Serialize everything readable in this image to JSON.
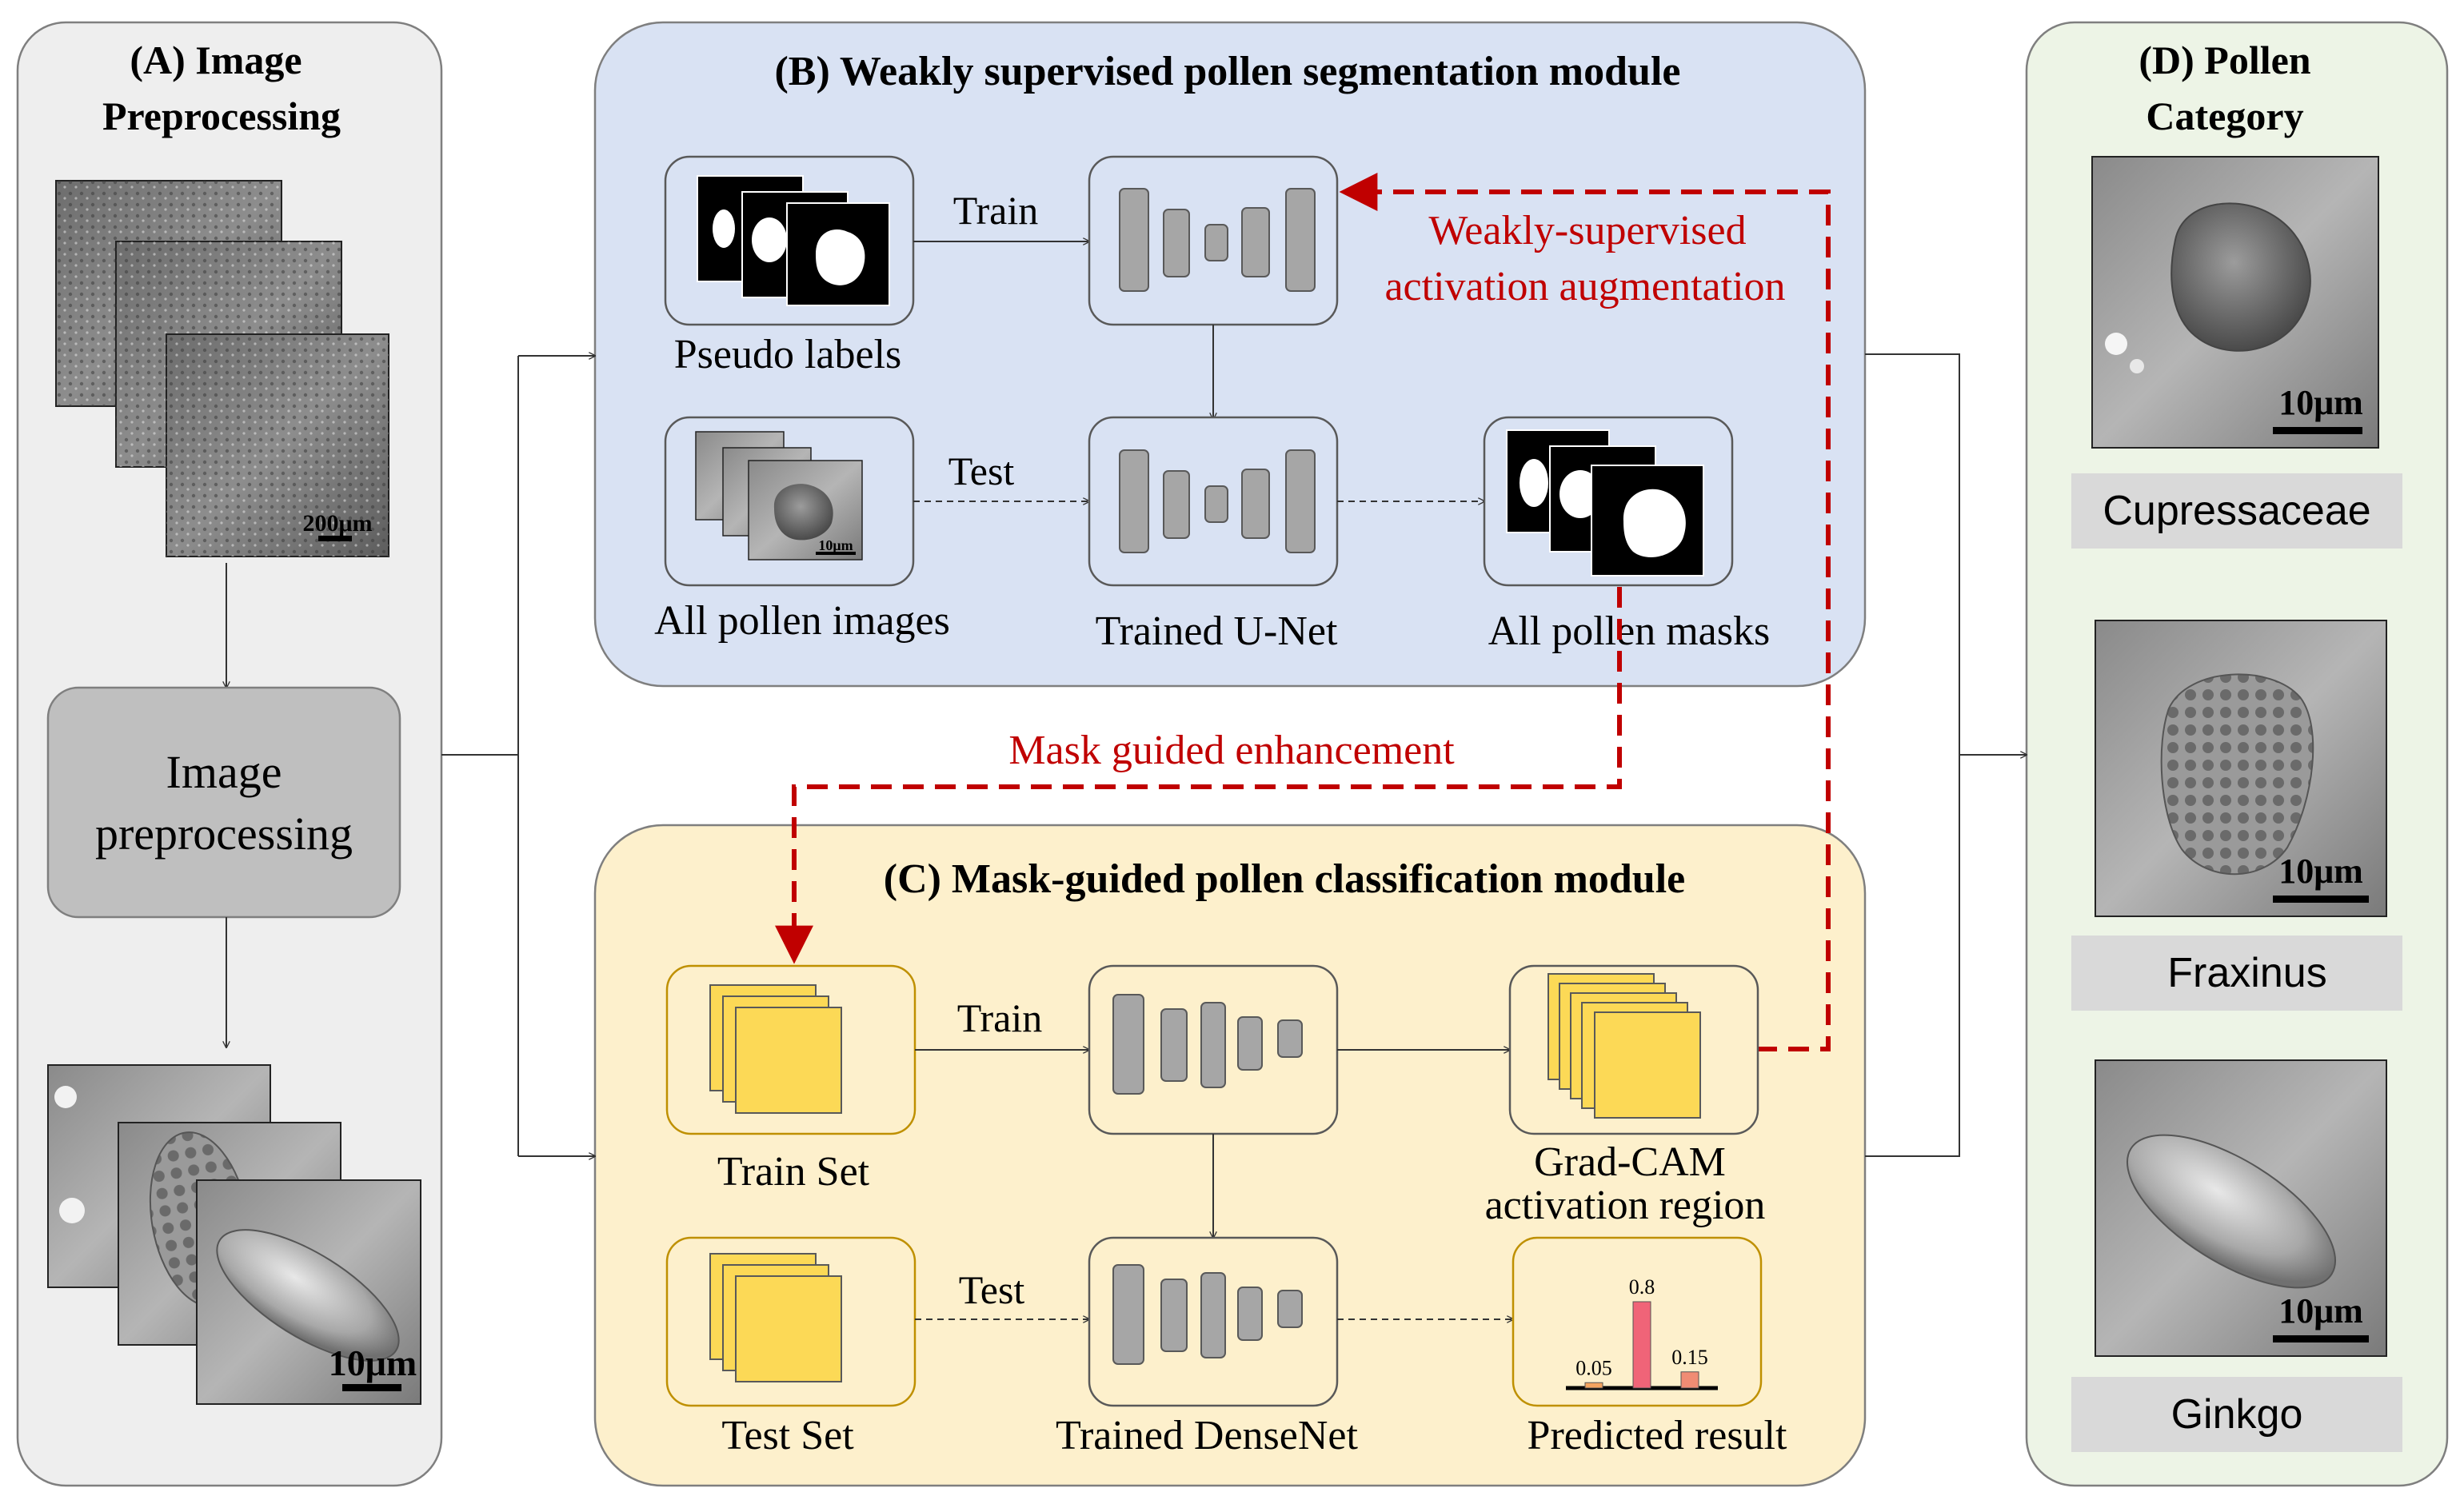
{
  "panels": {
    "a": {
      "title_line1": "(A) Image",
      "title_line2": "Preprocessing",
      "block_line1": "Image",
      "block_line2": "preprocessing",
      "scale_raw": "200μm",
      "scale_processed": "10μm"
    },
    "b": {
      "title": "(B) Weakly supervised pollen segmentation module",
      "train_label": "Train",
      "test_label": "Test",
      "pseudo_labels": "Pseudo labels",
      "all_pollen_images": "All pollen images",
      "trained_unet": "Trained U-Net",
      "all_pollen_masks": "All pollen masks",
      "thumb_scale": "10μm",
      "feedback_line1": "Weakly-supervised",
      "feedback_line2": "activation augmentation"
    },
    "mask_guided": "Mask guided enhancement",
    "c": {
      "title": "(C) Mask-guided pollen classification module",
      "train_label": "Train",
      "test_label": "Test",
      "train_set": "Train Set",
      "test_set": "Test Set",
      "trained_densenet": "Trained DenseNet",
      "gradcam_line1": "Grad-CAM",
      "gradcam_line2": "activation region",
      "predicted_result": "Predicted result"
    },
    "d": {
      "title_line1": "(D) Pollen",
      "title_line2": "Category",
      "categories": [
        "Cupressaceae",
        "Fraxinus",
        "Ginkgo"
      ],
      "scale": "10μm"
    }
  },
  "chart_data": {
    "type": "bar",
    "values": [
      0.05,
      0.8,
      0.15
    ],
    "value_labels": [
      "0.05",
      "0.8",
      "0.15"
    ],
    "colors": [
      "#f4a460",
      "#f06478",
      "#f08c74"
    ]
  },
  "colors": {
    "feedback_red": "#c00000",
    "panel_a_bg": "#eeeeee",
    "panel_b_bg": "#d9e2f3",
    "panel_c_bg": "#fdf0cc",
    "panel_d_bg": "#edf4e6",
    "feature_yellow": "#fcd956",
    "network_bar": "#a6a6a6",
    "category_label_bg": "#d9d9d9"
  }
}
